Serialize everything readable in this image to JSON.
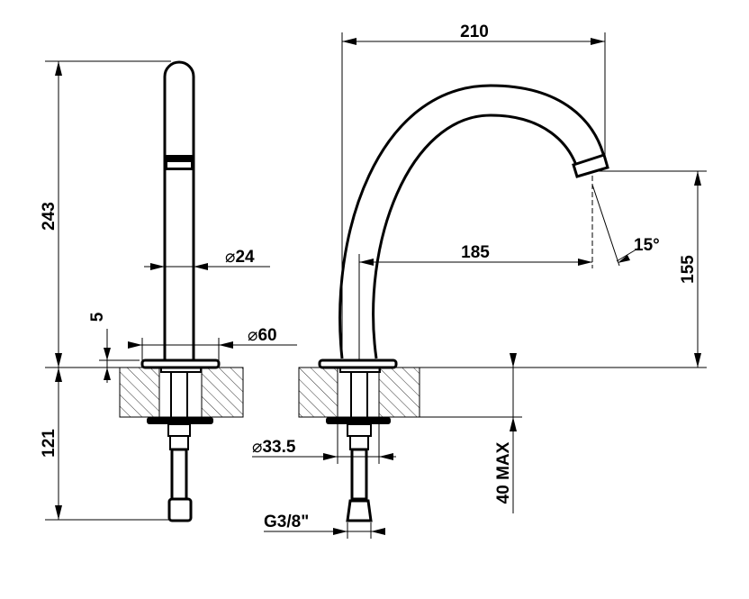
{
  "drawing": {
    "side_view": {
      "height_label": "243",
      "below_label": "121",
      "flange_label": "5",
      "spout_diameter_label": "24",
      "base_diameter_label": "60"
    },
    "front_view": {
      "width_label": "210",
      "reach_label": "185",
      "outlet_height_label": "155",
      "angle_label": "15°",
      "max_thickness_label": "40 MAX",
      "hole_diameter_label": "33.5",
      "thread_label": "G3/8\""
    },
    "diameter_symbol": "⌀"
  }
}
